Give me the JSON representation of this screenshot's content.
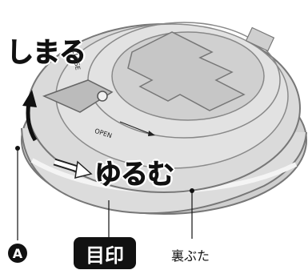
{
  "labels": {
    "close": "しまる",
    "loosen": "ゆるむ",
    "mark": "目印",
    "back_cover": "裏ぶた",
    "marker_a": "A",
    "open_text": "OPEN",
    "close_text": "CLOSE"
  },
  "colors": {
    "lid_fill": "#d6d6d6",
    "lid_edge": "#8a8a8a",
    "lid_light": "#e8e8e8",
    "text_dark": "#111111"
  }
}
